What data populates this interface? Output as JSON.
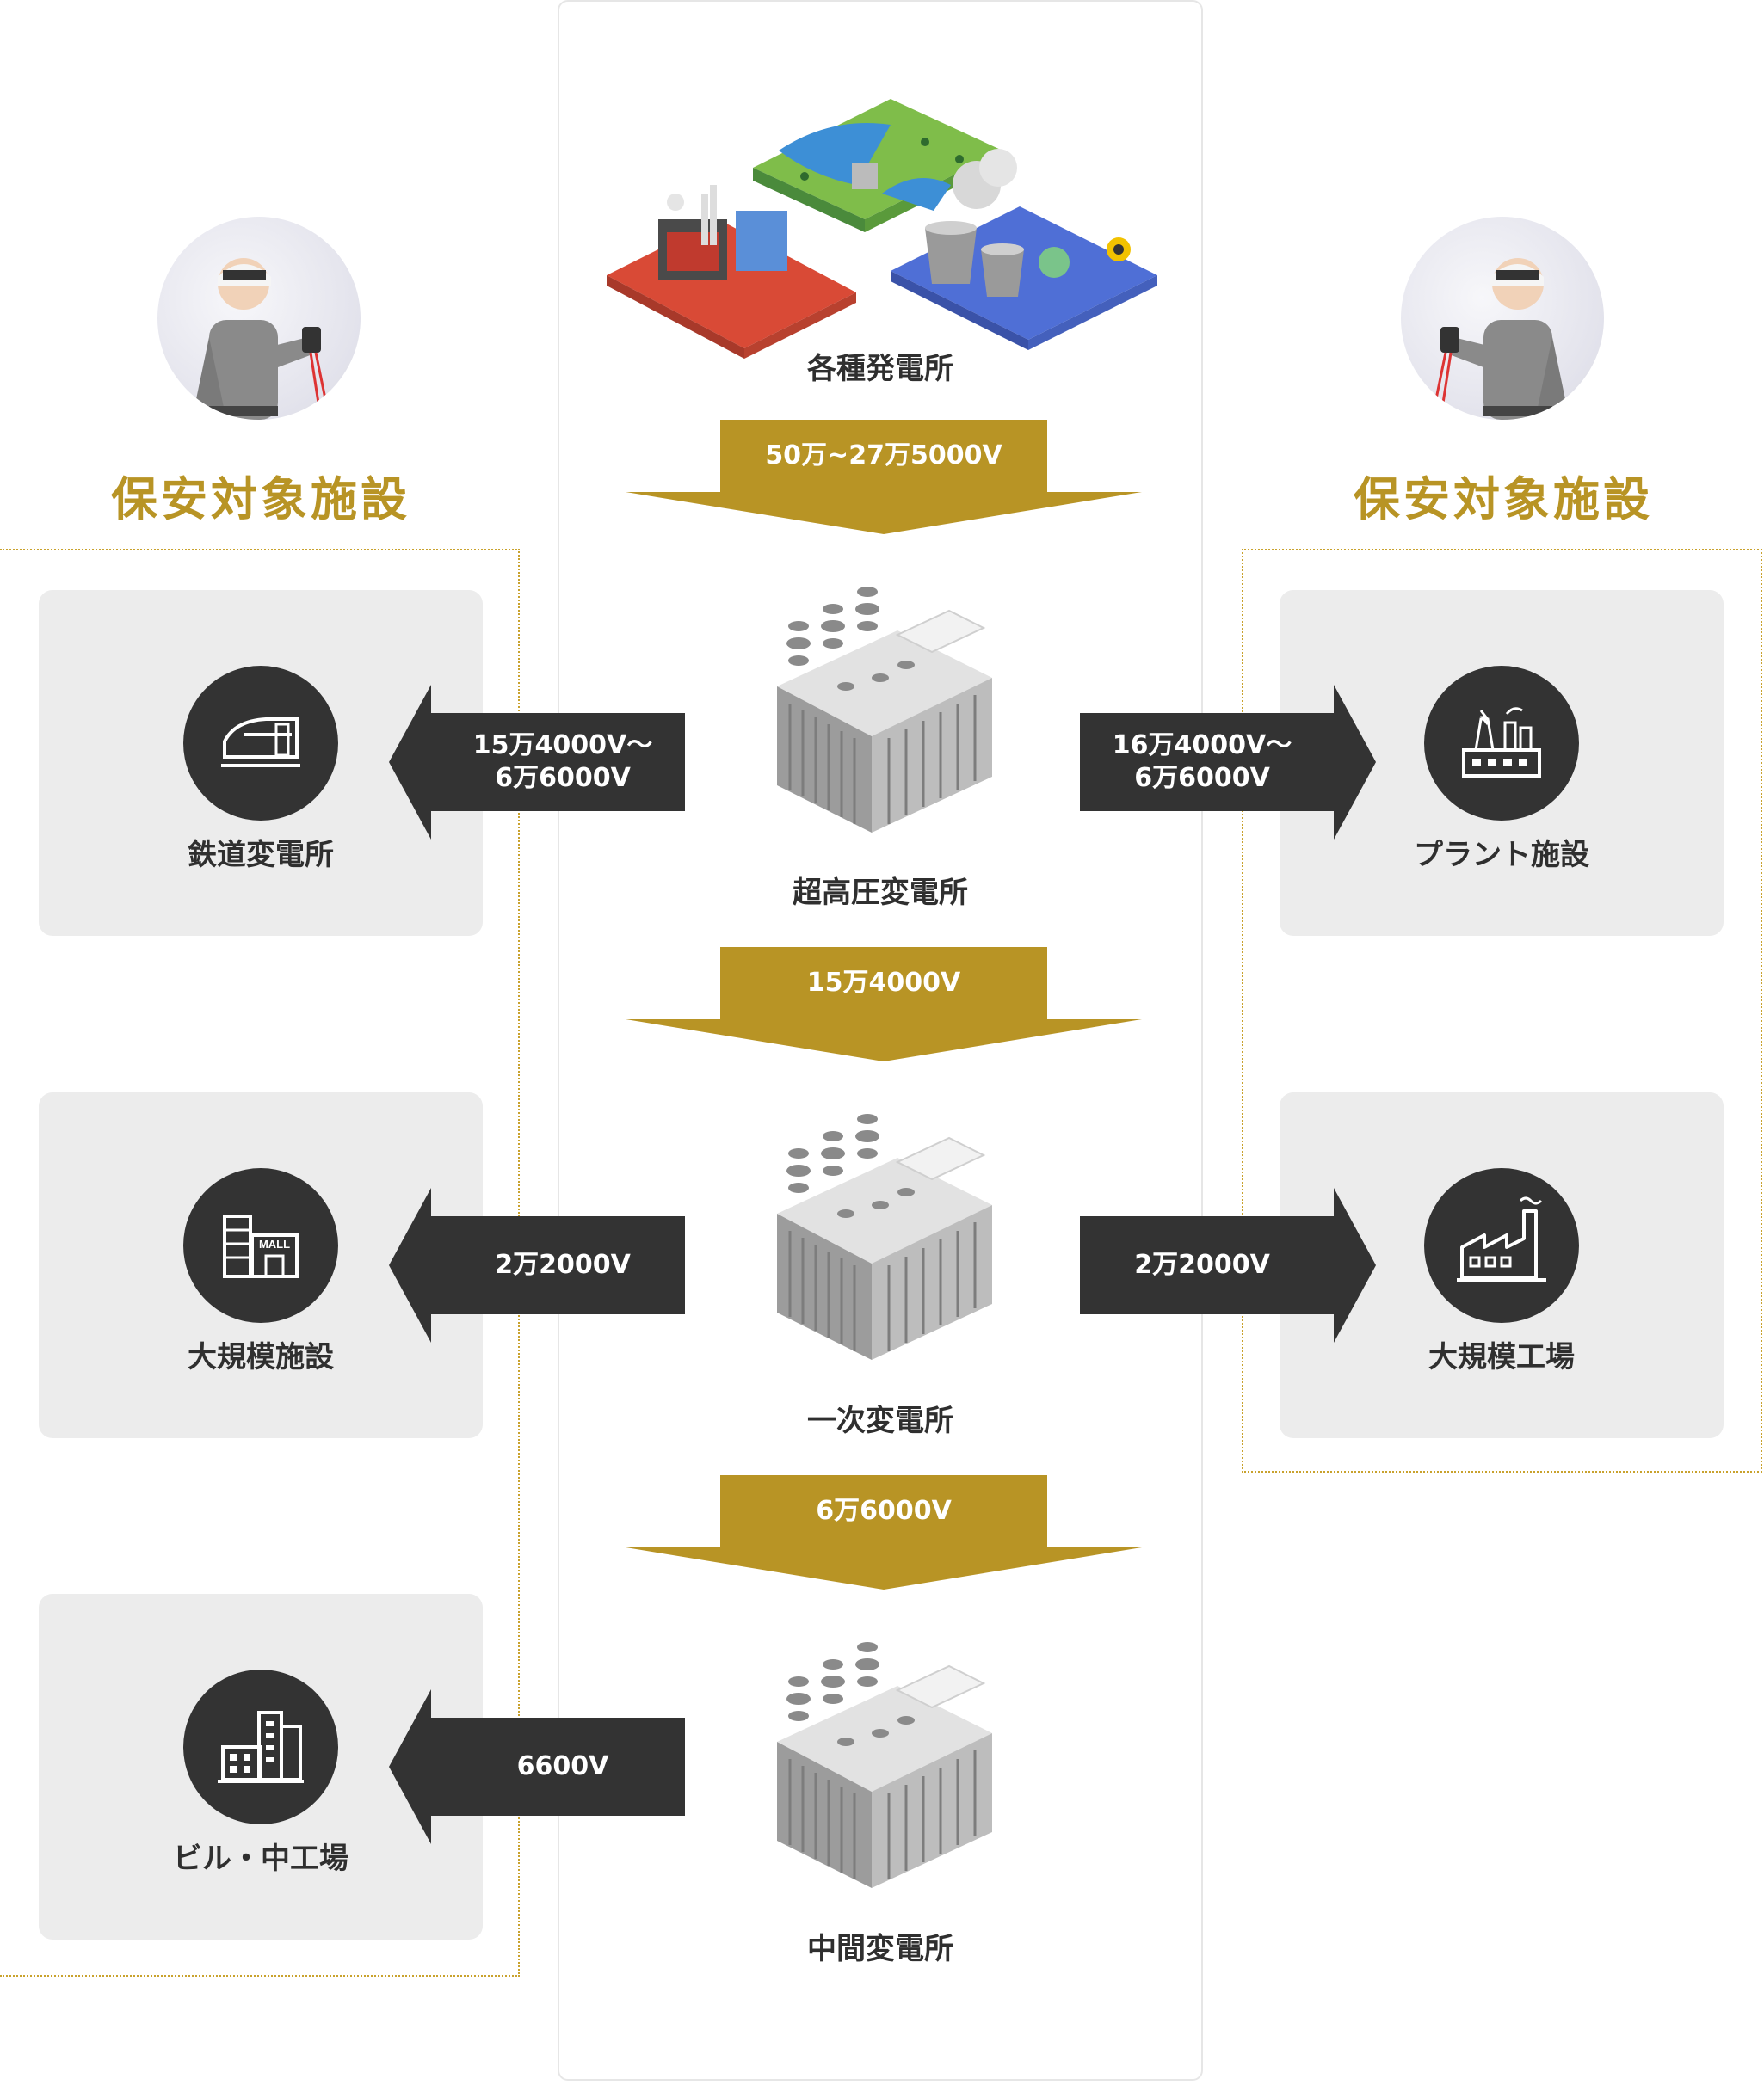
{
  "left_section": {
    "title": "保安対象施設",
    "facilities": [
      {
        "label": "鉄道変電所",
        "icon": "train-icon"
      },
      {
        "label": "大規模施設",
        "icon": "mall-icon"
      },
      {
        "label": "ビル・中工場",
        "icon": "buildings-icon"
      }
    ]
  },
  "right_section": {
    "title": "保安対象施設",
    "facilities": [
      {
        "label": "プラント施設",
        "icon": "plant-icon"
      },
      {
        "label": "大規模工場",
        "icon": "factory-icon"
      }
    ]
  },
  "stations": [
    {
      "label": "各種発電所",
      "icon": "power-plants-illustration"
    },
    {
      "label": "超高圧変電所",
      "icon": "transformer-icon"
    },
    {
      "label": "一次変電所",
      "icon": "transformer-icon"
    },
    {
      "label": "中間変電所",
      "icon": "transformer-icon"
    }
  ],
  "down_arrows": [
    "50万~27万5000V",
    "15万4000V",
    "6万6000V"
  ],
  "side_arrows": {
    "rail_line1": "15万4000V〜",
    "rail_line2": "6万6000V",
    "plant_line1": "16万4000V〜",
    "plant_line2": "6万6000V",
    "large_facility": "2万2000V",
    "large_factory": "2万2000V",
    "building": "6600V"
  },
  "colors": {
    "gold": "#b89425",
    "dark": "#333333",
    "box_bg": "#ececec"
  }
}
